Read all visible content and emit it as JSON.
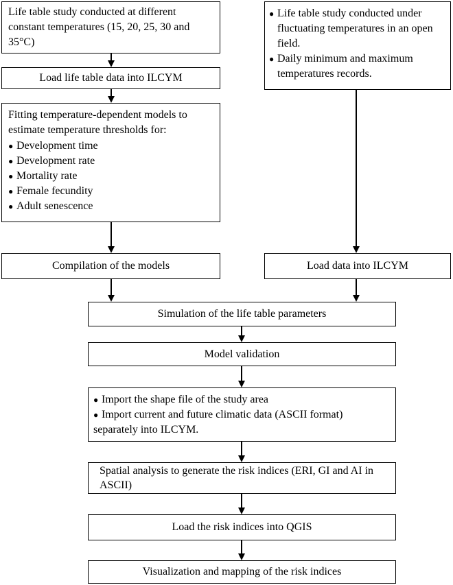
{
  "boxes": {
    "b1": {
      "text": "Life table study conducted at different constant temperatures (15, 20, 25, 30 and 35°C)"
    },
    "b2": {
      "bullets": [
        "Life table study conducted under fluctuating temperatures in an open field.",
        "Daily minimum and maximum temperatures records."
      ]
    },
    "b3": {
      "text": "Load life table data into ILCYM"
    },
    "b4": {
      "intro": "Fitting temperature-dependent models to estimate temperature thresholds for:",
      "bullets": [
        "Development time",
        "Development rate",
        "Mortality rate",
        "Female fecundity",
        "Adult senescence"
      ]
    },
    "b5": {
      "text": "Compilation of the models"
    },
    "b6": {
      "text": "Load data into ILCYM"
    },
    "b7": {
      "text": "Simulation of the life table parameters"
    },
    "b8": {
      "text": "Model validation"
    },
    "b9": {
      "bullets": [
        "Import the shape file of the study area",
        "Import current and future climatic data (ASCII format)"
      ],
      "tail": "separately into ILCYM."
    },
    "b10": {
      "text": "Spatial analysis to generate the risk indices (ERI, GI and AI in ASCII)"
    },
    "b11": {
      "text": "Load the risk indices into QGIS"
    },
    "b12": {
      "text": "Visualization and mapping of the risk indices"
    }
  }
}
